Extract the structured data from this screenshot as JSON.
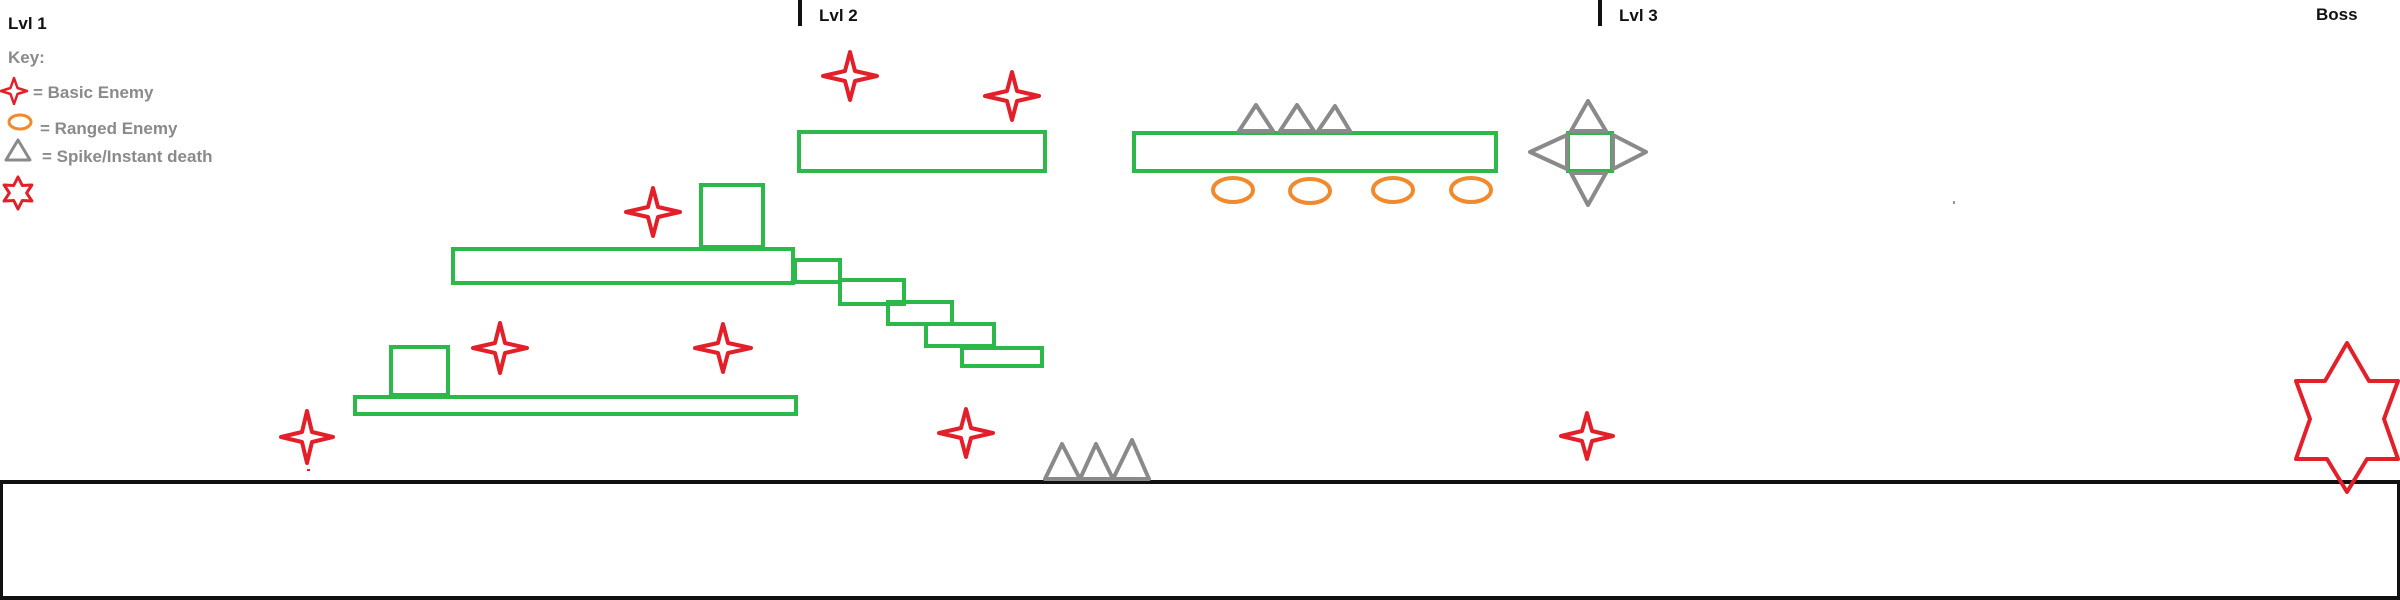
{
  "levels": {
    "lvl1": "Lvl 1",
    "lvl2": "Lvl 2",
    "lvl3": "Lvl 3",
    "boss": "Boss"
  },
  "legend": {
    "title": "Key:",
    "basic_enemy": "= Basic Enemy",
    "ranged_enemy": "= Ranged Enemy",
    "spike": "= Spike/Instant death",
    "basic_enemy_icon": "four-point-star-icon",
    "ranged_enemy_icon": "oval-icon",
    "spike_icon": "triangle-icon",
    "boss_icon": "six-point-star-icon"
  },
  "colors": {
    "platform": "#2db84a",
    "basic_enemy": "#e3202a",
    "ranged_enemy": "#f08a2c",
    "spike": "#8a8a8a",
    "ground": "#111111",
    "boss": "#e3202a"
  }
}
